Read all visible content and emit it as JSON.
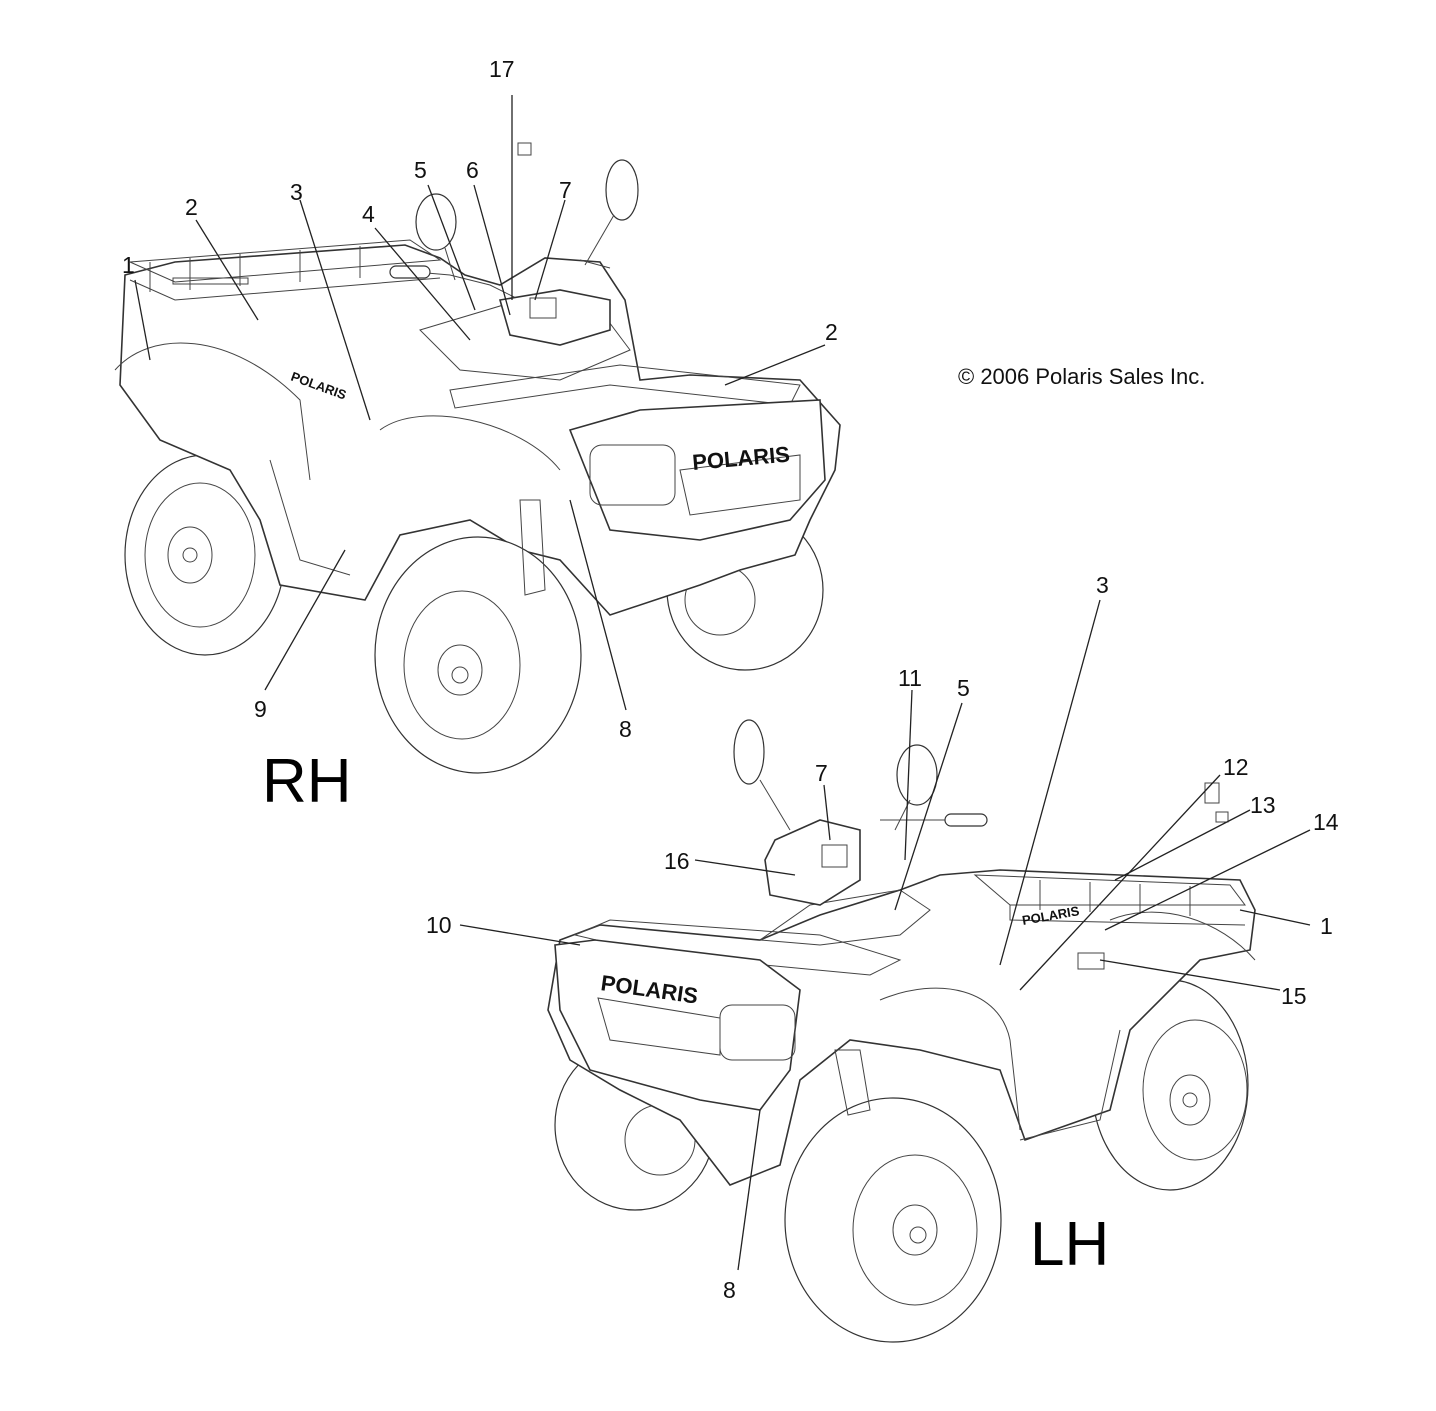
{
  "copyright": "© 2006 Polaris Sales Inc.",
  "views": {
    "rh": {
      "label": "RH",
      "logo_rear": "POLARIS",
      "logo_front": "POLARIS"
    },
    "lh": {
      "label": "LH",
      "logo_rear": "POLARIS",
      "logo_front": "POLARIS"
    }
  },
  "callouts": {
    "rh": [
      {
        "num": "17",
        "part": 17
      },
      {
        "num": "1",
        "part": 1
      },
      {
        "num": "2",
        "part": 2
      },
      {
        "num": "3",
        "part": 3
      },
      {
        "num": "4",
        "part": 4
      },
      {
        "num": "5",
        "part": 5
      },
      {
        "num": "6",
        "part": 6
      },
      {
        "num": "7",
        "part": 7
      },
      {
        "num": "2",
        "part": 2
      },
      {
        "num": "9",
        "part": 9
      },
      {
        "num": "8",
        "part": 8
      }
    ],
    "lh": [
      {
        "num": "3",
        "part": 3
      },
      {
        "num": "11",
        "part": 11
      },
      {
        "num": "5",
        "part": 5
      },
      {
        "num": "7",
        "part": 7
      },
      {
        "num": "12",
        "part": 12
      },
      {
        "num": "13",
        "part": 13
      },
      {
        "num": "14",
        "part": 14
      },
      {
        "num": "16",
        "part": 16
      },
      {
        "num": "10",
        "part": 10
      },
      {
        "num": "1",
        "part": 1
      },
      {
        "num": "15",
        "part": 15
      },
      {
        "num": "8",
        "part": 8
      }
    ]
  }
}
